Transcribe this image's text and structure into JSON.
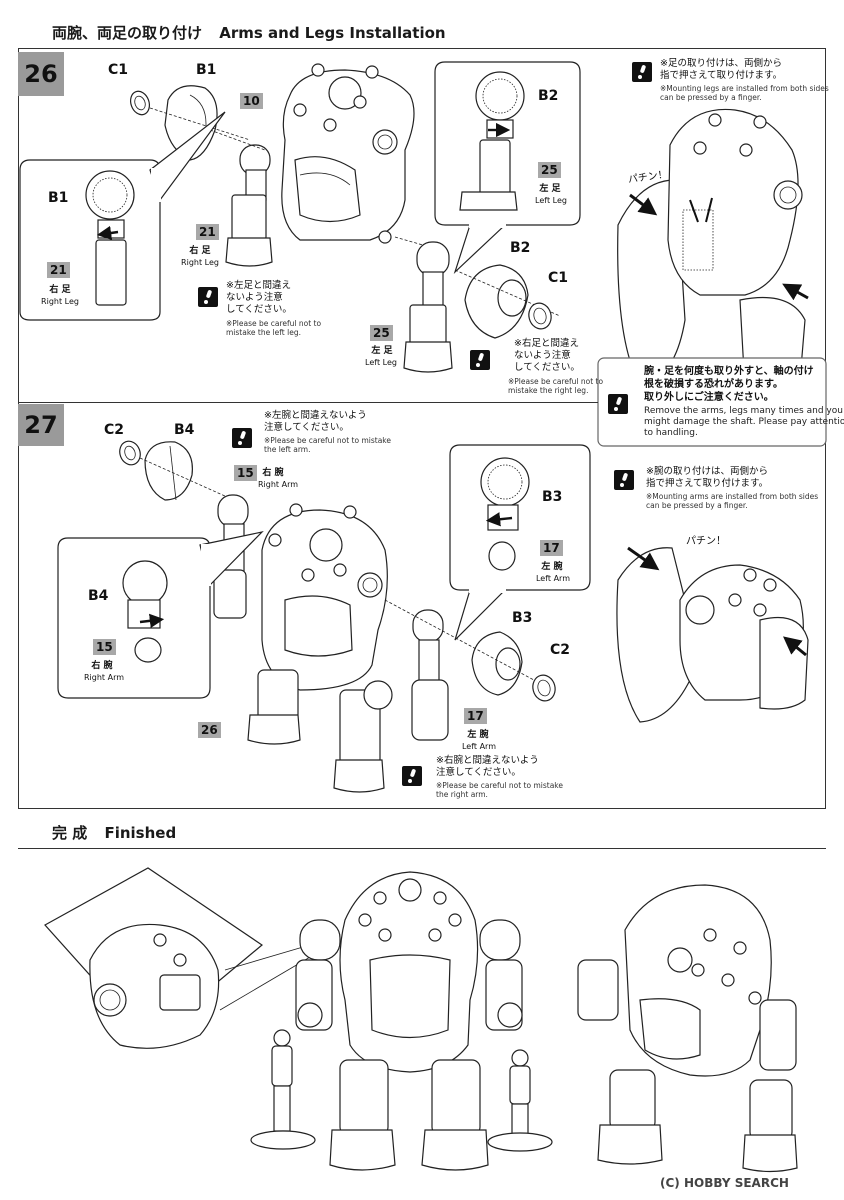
{
  "header": {
    "jp": "両腕、両足の取り付け",
    "en": "Arms and Legs Installation"
  },
  "step26": {
    "number": "26",
    "parts": {
      "c1_top": "C1",
      "b1_top": "B1",
      "ten": "10",
      "b1_inset": "B1",
      "p21_inset": "21",
      "p21_main": "21",
      "b2_inset": "B2",
      "p25_inset": "25",
      "b2_main": "B2",
      "c1_main": "C1",
      "p25_main": "25"
    },
    "labels": {
      "right_leg_jp": "右 足",
      "right_leg_en": "Right Leg",
      "left_leg_jp": "左 足",
      "left_leg_en": "Left Leg"
    },
    "notes": {
      "left_leg_jp": "※左足と間違え\nないよう注意\nしてください。",
      "left_leg_en": "※Please be careful not to\nmistake the left leg.",
      "right_leg_jp": "※右足と間違え\nないよう注意\nしてください。",
      "right_leg_en": "※Please be careful not to\nmistake the right leg.",
      "mount_jp": "※足の取り付けは、両側から\n指で押さえて取り付けます。",
      "mount_en": "※Mounting legs are installed from both sides\ncan be pressed by a finger.",
      "snap": "パチン！"
    },
    "caution": {
      "jp": "腕・足を何度も取り外すと、軸の付け\n根を破損する恐れがあります。\n取り外しにご注意ください。",
      "en": "Remove the arms, legs many times and you\nmight damage the shaft. Please pay attention\nto handling."
    }
  },
  "step27": {
    "number": "27",
    "parts": {
      "c2_top": "C2",
      "b4_top": "B4",
      "p15_main": "15",
      "b4_inset": "B4",
      "p15_inset": "15",
      "b3_inset": "B3",
      "p17_inset": "17",
      "b3_main": "B3",
      "c2_main": "C2",
      "p17_main": "17",
      "p26": "26"
    },
    "labels": {
      "right_arm_jp": "右 腕",
      "right_arm_en": "Right Arm",
      "right_arm_inset_jp": "右 腕",
      "right_arm_inset_en": "Right Arm",
      "left_arm_inset_jp": "左 腕",
      "left_arm_inset_en": "Left Arm",
      "left_arm_jp": "左 腕",
      "left_arm_en": "Left Arm"
    },
    "notes": {
      "left_arm_jp": "※左腕と間違えないよう\n注意してください。",
      "left_arm_en": "※Please be careful not to mistake\nthe left arm.",
      "right_arm_jp": "※右腕と間違えないよう\n注意してください。",
      "right_arm_en": "※Please be careful not to mistake\nthe right arm.",
      "mount_jp": "※腕の取り付けは、両側から\n指で押さえて取り付けます。",
      "mount_en": "※Mounting arms are installed from both sides\ncan be pressed by a finger.",
      "snap": "パチン！"
    }
  },
  "finished": {
    "jp": "完 成",
    "en": "Finished"
  },
  "watermark": "(C) HOBBY SEARCH"
}
